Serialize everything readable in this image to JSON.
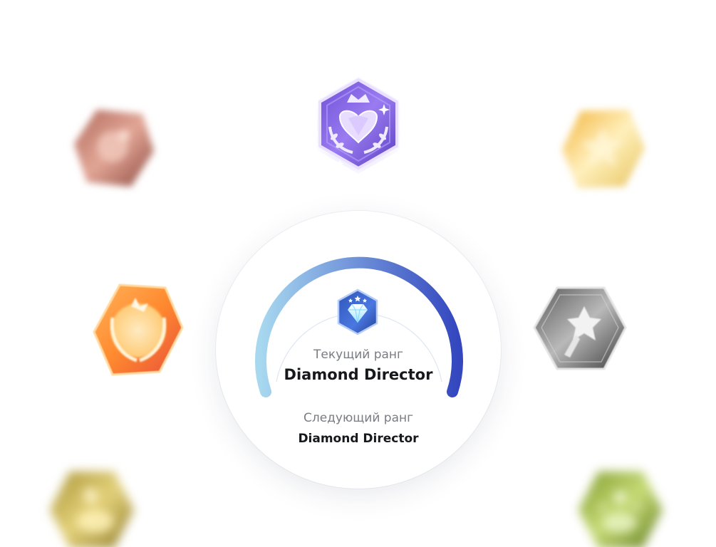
{
  "rank": {
    "current_label": "Текущий ранг",
    "current_value": "Diamond Director",
    "next_label": "Следующий ранг",
    "next_value": "Diamond Director"
  },
  "gauge": {
    "gradient_start": "#9fd4ee",
    "gradient_end": "#3c4fc4"
  },
  "badges": [
    {
      "name": "purple-crown-badge",
      "color": "#8f6ee6"
    },
    {
      "name": "bronze-badge",
      "color": "#b46d5f"
    },
    {
      "name": "gold-badge",
      "color": "#f0d07a"
    },
    {
      "name": "orange-laurel-badge",
      "color": "#ef7f3a"
    },
    {
      "name": "silver-star-badge",
      "color": "#8a8a8a"
    },
    {
      "name": "olive-badge",
      "color": "#b9a24a"
    },
    {
      "name": "green-badge",
      "color": "#8aa832"
    },
    {
      "name": "diamond-badge",
      "color": "#3a62c8"
    }
  ]
}
